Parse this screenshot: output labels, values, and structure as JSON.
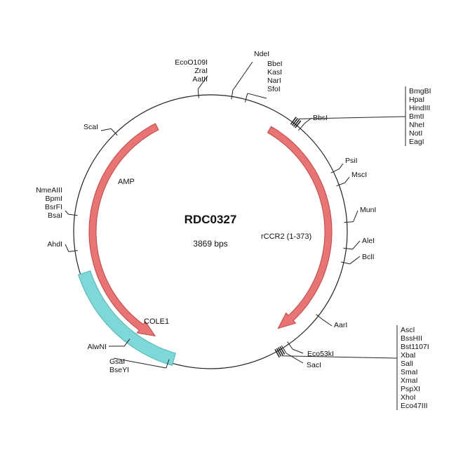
{
  "plasmid": {
    "name": "RDC0327",
    "size_label": "3869 bps",
    "total_bp": 3869
  },
  "colors": {
    "backbone": "#222222",
    "arrow_fill": "#e87474",
    "arrow_stroke": "#c44444",
    "cole1_fill": "#7fd8d8",
    "cole1_stroke": "#4fb5b5",
    "tick": "#222222"
  },
  "features": [
    {
      "id": "amp",
      "label": "AMP",
      "kind": "arrow",
      "start_deg": 333,
      "end_deg": 208,
      "direction": "ccw"
    },
    {
      "id": "rccr2",
      "label": "rCCR2 (1-373)",
      "kind": "arrow",
      "start_deg": 30,
      "end_deg": 145,
      "direction": "cw"
    },
    {
      "id": "cole1",
      "label": "COLE1",
      "kind": "block",
      "start_deg": 196,
      "end_deg": 252
    }
  ],
  "sites": [
    {
      "id": "ecoo109i",
      "names": [
        "EcoO109I",
        "ZraI",
        "AatII"
      ],
      "deg": 355
    },
    {
      "id": "ndei",
      "names": [
        "NdeI"
      ],
      "deg": 9
    },
    {
      "id": "bbei",
      "names": [
        "BbeI",
        "KasI",
        "NarI",
        "SfoI"
      ],
      "deg": 15
    },
    {
      "id": "bbsi",
      "names": [
        "BbsI"
      ],
      "deg": 41
    },
    {
      "id": "mcs1",
      "names": [
        "BmgBI",
        "HpaI",
        "HindIII",
        "BmtI",
        "NheI",
        "NotI",
        "EagI"
      ],
      "deg": 38
    },
    {
      "id": "psii",
      "names": [
        "PsiI"
      ],
      "deg": 64
    },
    {
      "id": "msci",
      "names": [
        "MscI"
      ],
      "deg": 70
    },
    {
      "id": "muni",
      "names": [
        "MunI"
      ],
      "deg": 86
    },
    {
      "id": "alei",
      "names": [
        "AleI"
      ],
      "deg": 97
    },
    {
      "id": "bcli",
      "names": [
        "BclI"
      ],
      "deg": 103
    },
    {
      "id": "aari",
      "names": [
        "AarI"
      ],
      "deg": 128
    },
    {
      "id": "eco53ki",
      "names": [
        "Eco53kI"
      ],
      "deg": 145
    },
    {
      "id": "saci",
      "names": [
        "SacI"
      ],
      "deg": 148
    },
    {
      "id": "mcs2",
      "names": [
        "AscI",
        "BssHII",
        "Bst1107I",
        "XbaI",
        "SalI",
        "SmaI",
        "XmaI",
        "PspXI",
        "XhoI",
        "Eco47III"
      ],
      "deg": 150
    },
    {
      "id": "gsai",
      "names": [
        "GsaI",
        "BseYI"
      ],
      "deg": 198
    },
    {
      "id": "alwni",
      "names": [
        "AlwNI"
      ],
      "deg": 217
    },
    {
      "id": "ahdi",
      "names": [
        "AhdI"
      ],
      "deg": 262
    },
    {
      "id": "nmeaiii",
      "names": [
        "NmeAIII",
        "BpmI",
        "BsrFI",
        "BsaI"
      ],
      "deg": 277
    },
    {
      "id": "scai",
      "names": [
        "ScaI"
      ],
      "deg": 316
    }
  ]
}
